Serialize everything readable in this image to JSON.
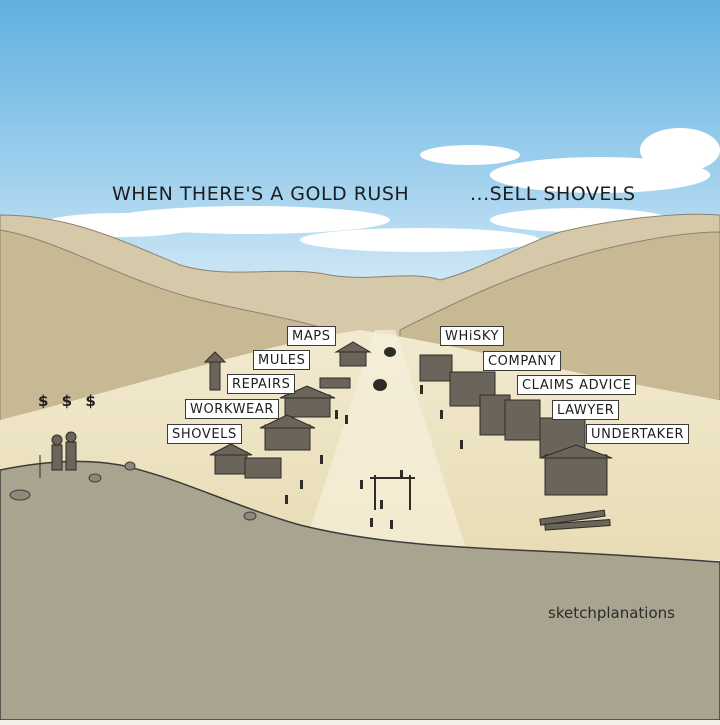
{
  "caption": {
    "left": "WHEN THERE'S A GOLD RUSH",
    "right": "...SELL SHOVELS"
  },
  "signs": {
    "maps": "MAPS",
    "mules": "MULES",
    "repairs": "REPAIRS",
    "workwear": "WORKWEAR",
    "shovels": "SHOVELS",
    "whisky": "WHiSKY",
    "company": "COMPANY",
    "claims_advice": "CLAIMS ADVICE",
    "lawyer": "LAWYER",
    "undertaker": "UNDERTAKER"
  },
  "dollar_signs": "$ $ $",
  "signature": "sketchplanations",
  "colors": {
    "sky_top": "#6cb6e2",
    "sky_bottom": "#d9ecf5",
    "hills": "#c9bb9c",
    "valley": "#efe5c7",
    "foreground": "#aaa592",
    "buildings": "#6b645b"
  }
}
